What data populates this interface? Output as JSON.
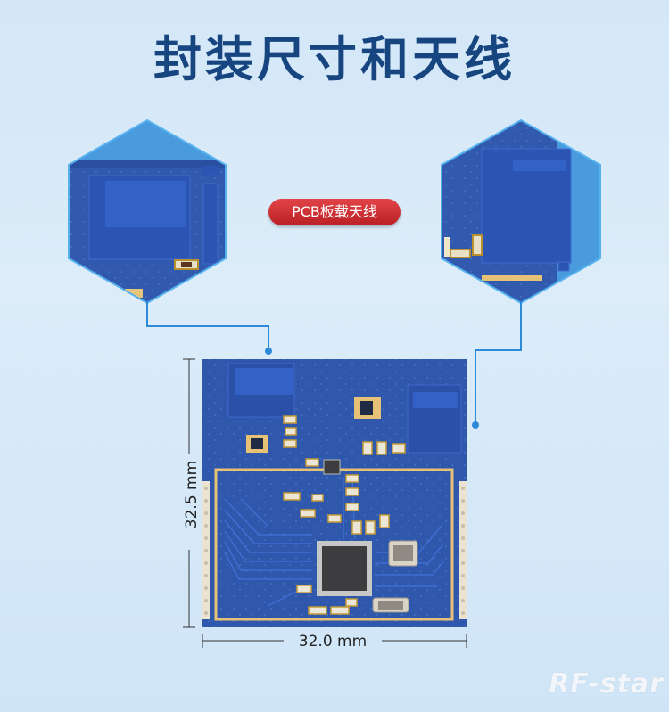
{
  "title": "封装尺寸和天线",
  "badge": "PCB板载天线",
  "dimensions": {
    "height_label": "32.5 mm",
    "width_label": "32.0 mm"
  },
  "logo": "RF-star",
  "colors": {
    "title": "#17457f",
    "badge": "#c8272c",
    "pcb": "#2f57ac",
    "callout_line": "#2e8ad8"
  }
}
